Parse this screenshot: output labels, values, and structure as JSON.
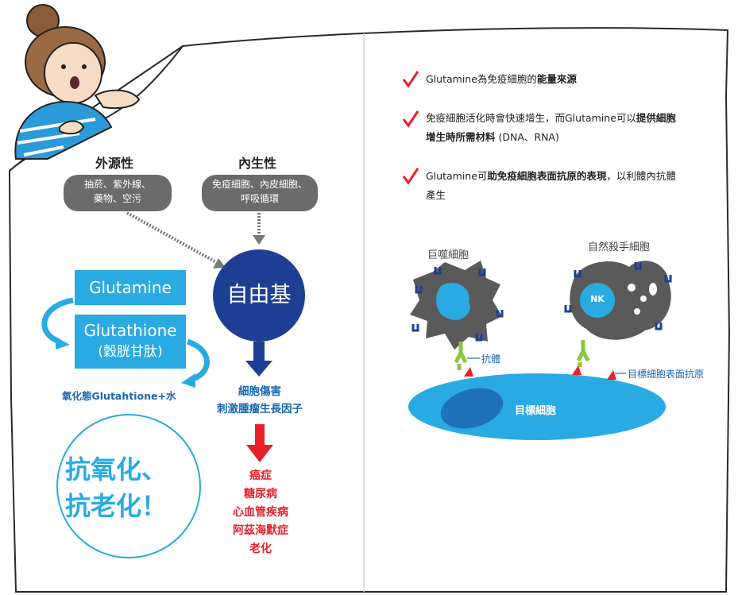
{
  "left": {
    "exogenous": {
      "title": "外源性",
      "desc_line1": "抽菸、紫外線、",
      "desc_line2": "藥物、空污"
    },
    "endogenous": {
      "title": "內生性",
      "desc_line1": "免疫細胞、內皮細胞、",
      "desc_line2": "呼吸循環"
    },
    "free_radical": "自由基",
    "glutamine": "Glutamine",
    "glutathione": "Glutathione",
    "glutathione_cn": "(穀胱甘肽)",
    "oxidized": "氧化態Glutahtione+水",
    "damage_line1": "細胞傷害",
    "damage_line2": "刺激腫瘤生長因子",
    "diseases": [
      "癌症",
      "糖尿病",
      "心血管疾病",
      "阿茲海默症",
      "老化"
    ],
    "anti_line1": "抗氧化、",
    "anti_line2": "抗老化！"
  },
  "right": {
    "bullets": [
      {
        "plain1": "Glutamine為免疫細胞的",
        "bold1": "能量來源",
        "plain2": "",
        "bold2": "",
        "line2": ""
      },
      {
        "plain1": "免疫細胞活化時會快速增生，而Glutamine可以",
        "bold1": "提供細胞",
        "plain2": "",
        "bold2": "增生時所需材料",
        "line2": " (DNA、RNA)"
      },
      {
        "plain1": "Glutamine可",
        "bold1": "助免疫細胞表面抗原的表現",
        "plain2": "，以利體內抗體",
        "bold2": "",
        "line2": "產生"
      }
    ],
    "macrophage_label": "巨噬細胞",
    "nk_label": "自然殺手細胞",
    "nk_text": "NK",
    "antibody_label": "抗體",
    "antigen_label": "目標細胞表面抗原",
    "target_label": "目標細胞"
  },
  "colors": {
    "navy": "#1e3f94",
    "sky_blue": "#2aaae2",
    "red": "#e8202a",
    "gray": "#6b6b6b",
    "dark_gray": "#555555",
    "green": "#8dc63f"
  }
}
